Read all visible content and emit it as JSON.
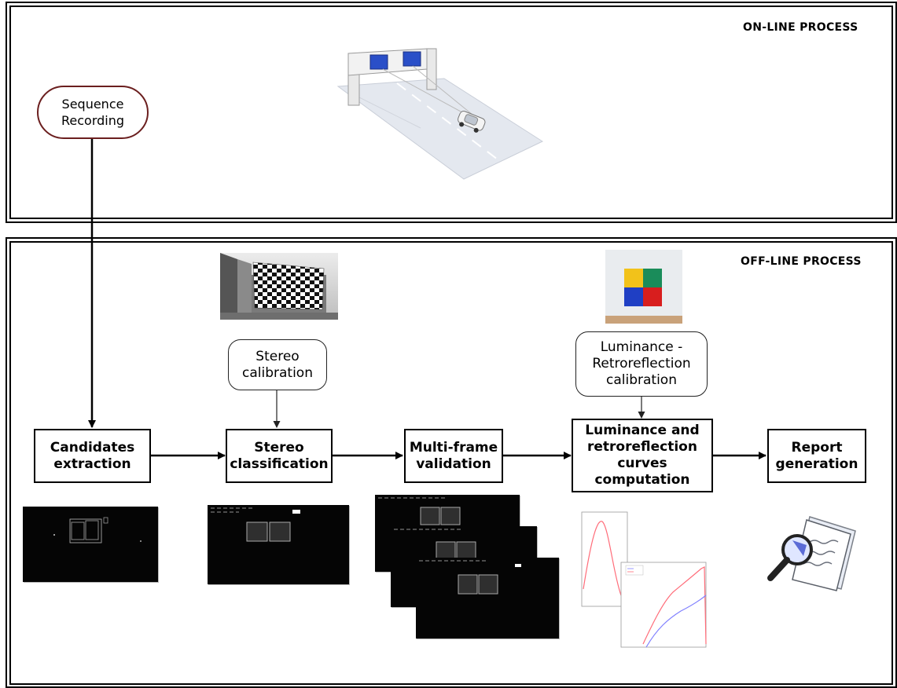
{
  "online": {
    "title": "ON-LINE PROCESS"
  },
  "offline": {
    "title": "OFF-LINE PROCESS"
  },
  "nodes": {
    "sequence_recording": "Sequence\nRecording",
    "candidates_extraction": "Candidates\nextraction",
    "stereo_calibration": "Stereo\ncalibration",
    "stereo_classification": "Stereo\nclassification",
    "multi_frame_validation": "Multi-frame\nvalidation",
    "luminance_retro_calibration": "Luminance -\nRetroreflection\ncalibration",
    "luminance_curves": "Luminance and\nretroreflection\ncurves\ncomputation",
    "report_generation": "Report\ngeneration"
  },
  "colors": {
    "recording_border": "#6b1f1f",
    "gantry_sign": "#2a4fc8",
    "target_yellow": "#f2c21a",
    "target_green": "#1a8c5a",
    "target_blue": "#1f3fc4",
    "target_red": "#d81e1e",
    "curve_red": "#ff6b78",
    "curve_blue": "#7f7fff"
  },
  "icons": [
    "car-gantry-illustration",
    "checkerboard-photo",
    "color-target-photo",
    "report-magnifier-icon"
  ]
}
